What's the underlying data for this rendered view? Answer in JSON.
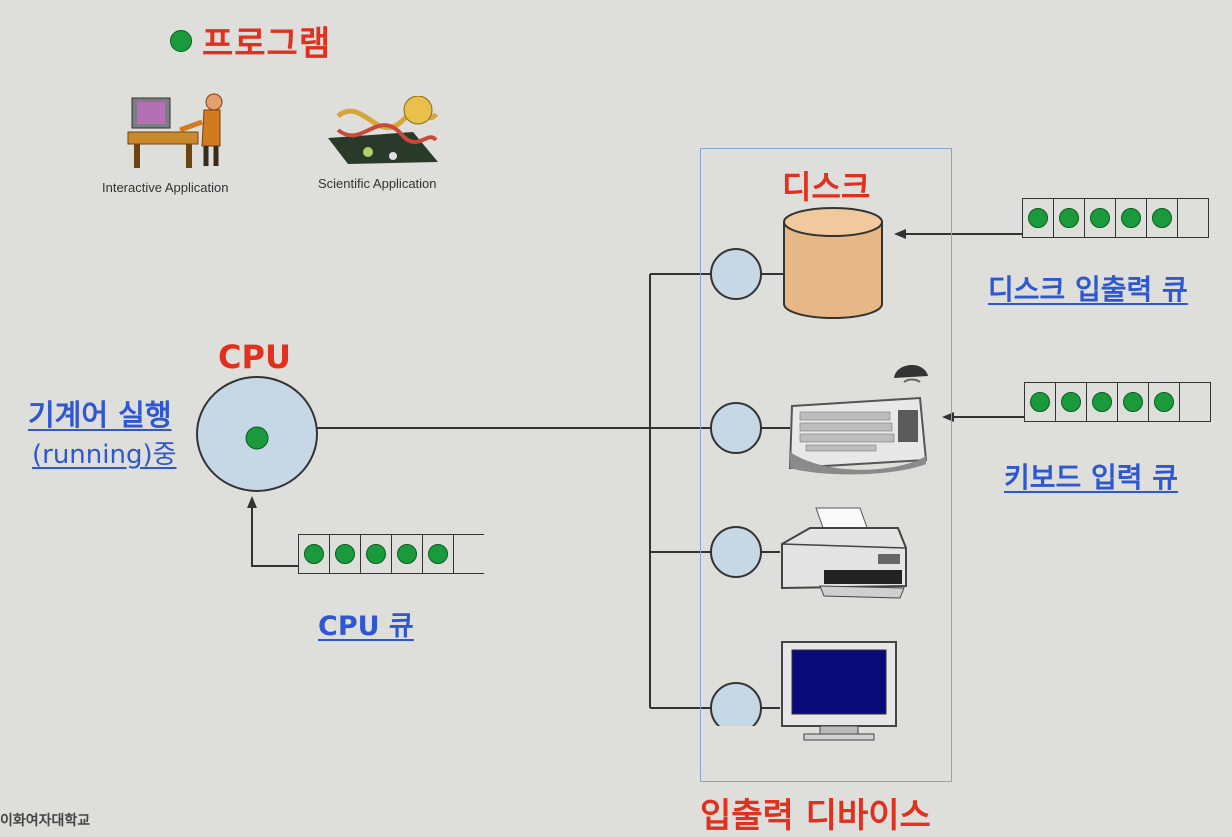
{
  "title": "프로그램",
  "programs": [
    {
      "caption": "Interactive Application",
      "icon": "person-at-computer-icon"
    },
    {
      "caption": "Scientific Application",
      "icon": "dna-helix-icon"
    }
  ],
  "cpu": {
    "label": "CPU",
    "state_line1": "기계어 실행",
    "state_line2": "(running)중",
    "queue_label": "CPU 큐",
    "queue_items": 5
  },
  "devices": {
    "label": "입출력 디바이스",
    "disk_label": "디스크",
    "items": [
      {
        "icon": "disk-cylinder-icon"
      },
      {
        "icon": "keyboard-icon"
      },
      {
        "icon": "printer-icon"
      },
      {
        "icon": "monitor-icon"
      }
    ]
  },
  "queues": {
    "disk": {
      "label": "디스크 입출력 큐",
      "items": 5
    },
    "keyboard": {
      "label": "키보드 입력 큐",
      "items": 5
    }
  },
  "footer": {
    "logo_text": "이화여자대학교"
  },
  "colors": {
    "red": "#e0301e",
    "blue": "#2f57d1",
    "green": "#1a9a3a",
    "node": "#c6d8e6"
  }
}
